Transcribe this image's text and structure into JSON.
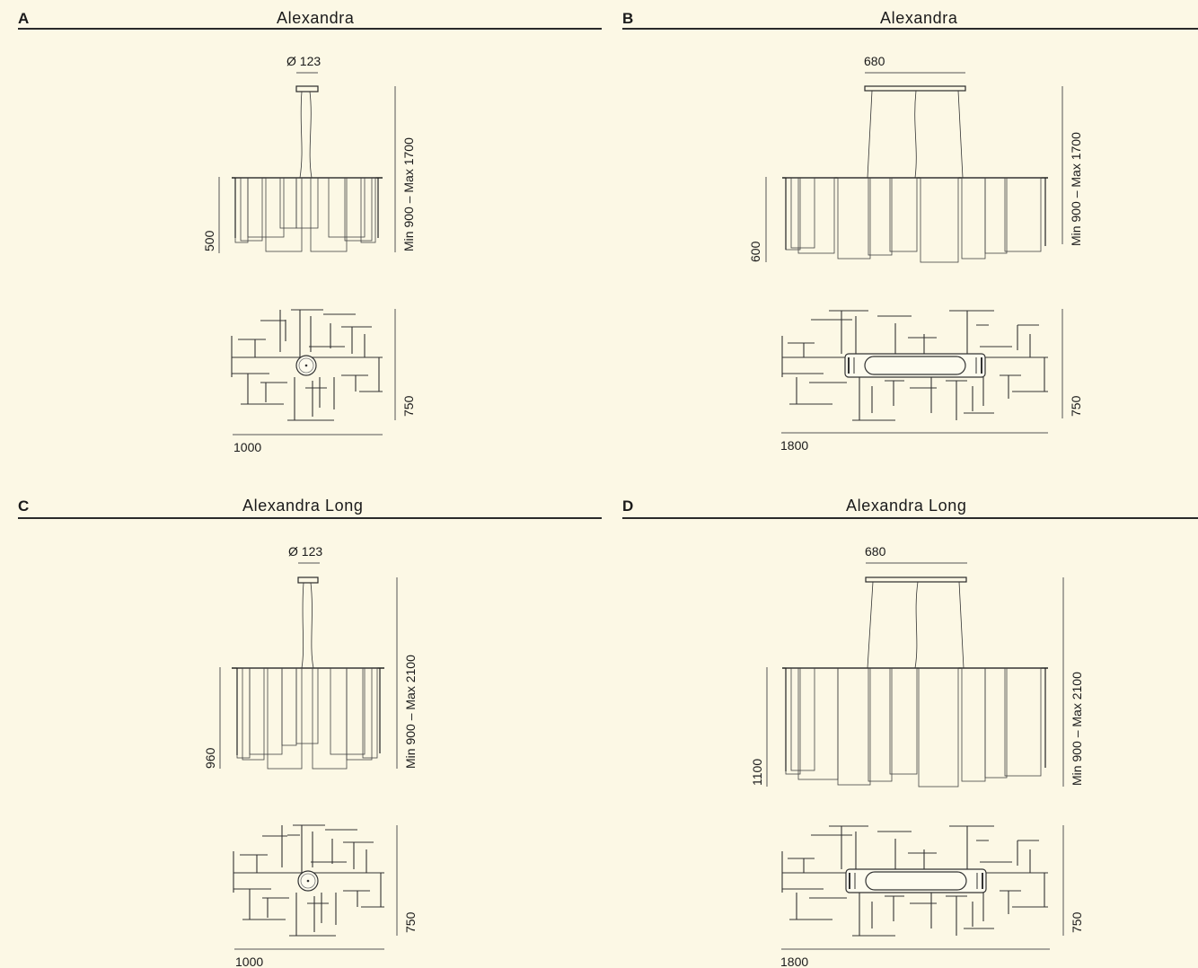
{
  "panels": [
    {
      "letter": "A",
      "title": "Alexandra",
      "top_label": "Ø 123",
      "body_height": "500",
      "suspension": "Min 900 – Max 1700",
      "plan_depth": "750",
      "width": "1000"
    },
    {
      "letter": "B",
      "title": "Alexandra",
      "top_label": "680",
      "body_height": "600",
      "suspension": "Min 900 – Max 1700",
      "plan_depth": "750",
      "width": "1800"
    },
    {
      "letter": "C",
      "title": "Alexandra Long",
      "top_label": "Ø 123",
      "body_height": "960",
      "suspension": "Min 900 – Max 2100",
      "plan_depth": "750",
      "width": "1000"
    },
    {
      "letter": "D",
      "title": "Alexandra Long",
      "top_label": "680",
      "body_height": "1100",
      "suspension": "Min 900 – Max 2100",
      "plan_depth": "750",
      "width": "1800"
    }
  ],
  "colors": {
    "background": "#fcf8e5",
    "line": "#2a2a2a",
    "thin_line": "#555555"
  }
}
